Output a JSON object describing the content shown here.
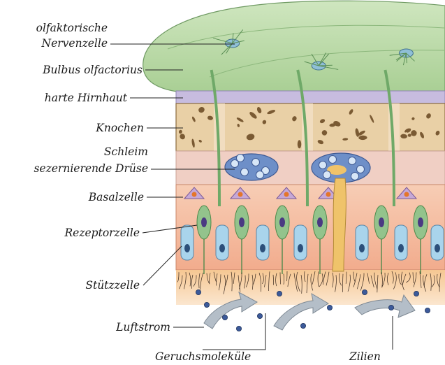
{
  "labels": {
    "olfactory_neuron_line1": "olfaktorische",
    "olfactory_neuron_line2": "Nervenzelle",
    "bulbus": "Bulbus olfactorius",
    "dura": "harte Hirnhaut",
    "bone": "Knochen",
    "gland_line1": "Schleim",
    "gland_line2": "sezernierende Drüse",
    "basal": "Basalzelle",
    "receptor": "Rezeptorzelle",
    "support": "Stützzelle",
    "airflow": "Luftstrom",
    "odorants": "Geruchsmoleküle",
    "cilia": "Zilien"
  },
  "colors": {
    "bulb_green": "#a9cf94",
    "bulb_light": "#cfe6bf",
    "axon_green": "#6fa968",
    "dura_violet": "#c7bcdf",
    "bone_tan": "#e9d0a6",
    "bone_bits": "#7a5a33",
    "mucosa_pink": "#f0cfc4",
    "epithelium": "#f4b99a",
    "support_blue": "#a9d4ec",
    "mucus_orange": "#f3b77c",
    "molecule_blue": "#3c5a9a",
    "arrow_gray": "#b4bec8"
  },
  "icons": {
    "airflow": "curved-arrow-icon",
    "odorant": "molecule-dot-icon"
  }
}
